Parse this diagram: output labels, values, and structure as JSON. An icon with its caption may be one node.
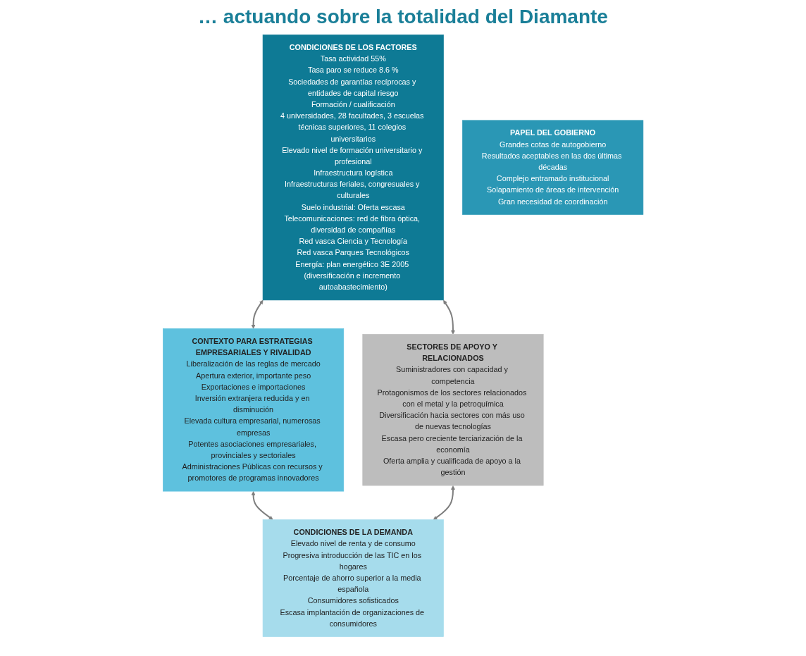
{
  "diagram": {
    "title": "… actuando sobre la totalidad del Diamante",
    "nodes": [
      {
        "text": [
          "CONTEXTO PARA ESTRATEGIAS EMPRESARIALES Y RIVALIDAD",
          "Liberalización de las reglas de mercado",
          "Apertura exterior, importante peso",
          "Exportaciones e importaciones",
          "Inversión extranjera reducida y en disminución",
          "Elevada cultura empresarial, numerosas empresas",
          "Potentes asociaciones empresariales, provinciales y sectoriales",
          "Administraciones Públicas con recursos y promotores de programas innovadores"
        ]
      },
      {
        "text": [
          "CONDICIONES DE LOS FACTORES",
          "Tasa actividad 55%",
          "Tasa paro se reduce 8.6 %",
          "Sociedades de garantías recíprocas y entidades de capital riesgo",
          "Formación / cualificación",
          "4 universidades, 28 facultades, 3 escuelas técnicas superiores, 11 colegios universitarios",
          "Elevado nivel de formación universitario y profesional",
          "Infraestructura logística",
          "Infraestructuras feriales, congresuales y culturales",
          "Suelo industrial: Oferta escasa",
          "Telecomunicaciones: red de fibra óptica, diversidad de compañías",
          "Red vasca Ciencia y Tecnología",
          "Red vasca Parques Tecnológicos",
          "Energía: plan energético 3E 2005 (diversificación e incremento autoabastecimiento)"
        ]
      },
      {
        "text": [
          "CONDICIONES DE LA DEMANDA",
          "Elevado nivel de renta y de consumo",
          "Progresiva introducción de las TIC en los hogares",
          "Porcentaje de ahorro superior a la media española",
          "Consumidores sofisticados",
          "Escasa implantación de organizaciones de consumidores"
        ]
      },
      {
        "text": [
          "SECTORES DE APOYO Y RELACIONADOS",
          "Suministradores con capacidad y competencia",
          "Protagonismos de los sectores relacionados con el metal y la petroquímica",
          "Diversificación hacia sectores con más uso de nuevas tecnologías",
          "Escasa pero creciente terciarización de la economía",
          "Oferta amplia y cualificada de apoyo a la gestión"
        ]
      },
      {
        "text": [
          "PAPEL DEL GOBIERNO",
          "Grandes cotas de autogobierno",
          "Resultados aceptables en las dos últimas décadas",
          "Complejo entramado institucional",
          "Solapamiento de áreas de intervención",
          "Gran necesidad de coordinación"
        ]
      }
    ],
    "edges": [
      {
        "from": 1,
        "to": 0,
        "arrow": "both"
      },
      {
        "from": 0,
        "to": 2,
        "arrow": "both"
      },
      {
        "from": 1,
        "to": 3,
        "arrow": "both"
      },
      {
        "from": 3,
        "to": 2,
        "arrow": "both"
      }
    ]
  }
}
